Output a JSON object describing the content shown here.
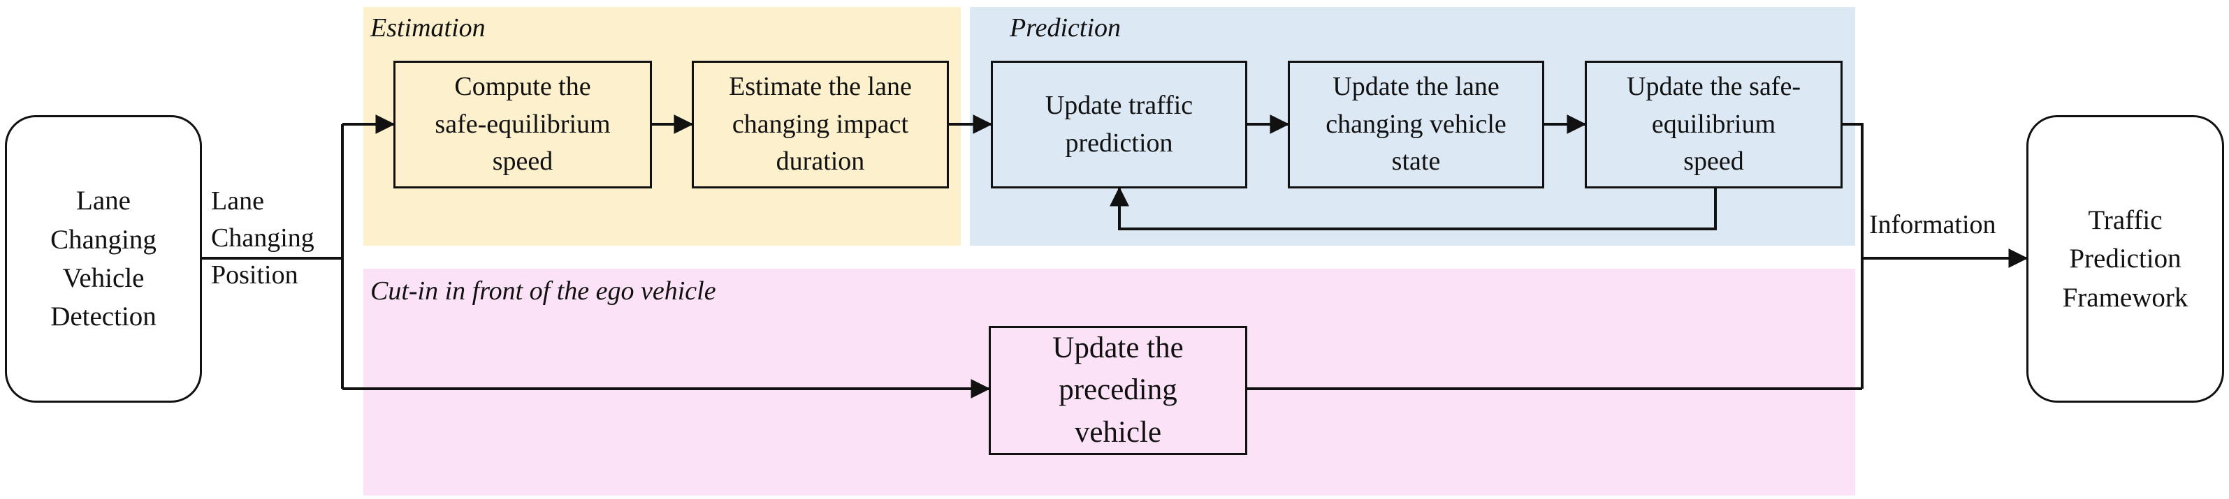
{
  "regions": {
    "estimation": {
      "title": "Estimation",
      "color": "#fdf0cc"
    },
    "prediction": {
      "title": "Prediction",
      "color": "#dce8f4"
    },
    "cutin": {
      "title": "Cut-in in front of the ego vehicle",
      "color": "#fbe2f6"
    }
  },
  "nodes": {
    "detection": "Lane\nChanging\nVehicle\nDetection",
    "compute_speed": "Compute the\nsafe-equilibrium\nspeed",
    "estimate_duration": "Estimate the lane\nchanging impact\nduration",
    "update_traffic": "Update traffic\nprediction",
    "update_state": "Update the lane\nchanging vehicle\nstate",
    "update_speed": "Update the safe-\nequilibrium\nspeed",
    "update_preceding": "Update the\npreceding\nvehicle",
    "framework": "Traffic\nPrediction\nFramework"
  },
  "edge_labels": {
    "position": "Lane\nChanging\nPosition",
    "information": "Information"
  },
  "colors": {
    "box_fill_estimation": "#fdf0cc",
    "box_fill_prediction": "#dce8f4",
    "box_fill_cutin": "#fbe2f6",
    "stroke": "#111111"
  }
}
